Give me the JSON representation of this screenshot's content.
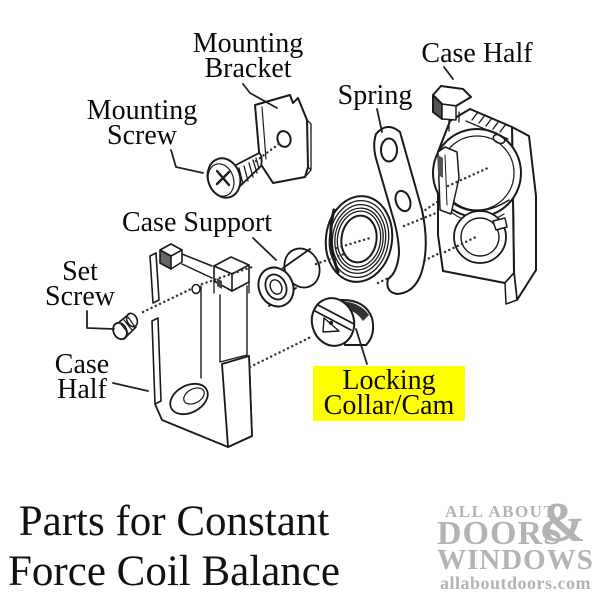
{
  "diagram": {
    "highlight_color": "#ffff00",
    "line_color": "#1a1a1a",
    "labels": {
      "mounting_bracket": {
        "line1": "Mounting",
        "line2": "Bracket"
      },
      "mounting_screw": {
        "line1": "Mounting",
        "line2": "Screw"
      },
      "case_half_top": {
        "line1": "Case Half"
      },
      "spring": {
        "line1": "Spring"
      },
      "case_support": {
        "line1": "Case Support"
      },
      "set_screw": {
        "line1": "Set",
        "line2": "Screw"
      },
      "case_half_bottom": {
        "line1": "Case",
        "line2": "Half"
      },
      "locking_collar": {
        "line1": "Locking",
        "line2": "Collar/Cam"
      }
    }
  },
  "caption": {
    "line1": "Parts for Constant",
    "line2": "Force Coil Balance"
  },
  "logo": {
    "top": "ALL ABOUT",
    "ampersand": "&",
    "middle": "DOORS",
    "bottom": "WINDOWS",
    "domain": "allaboutdoors.com",
    "color": "#b3b3b3"
  }
}
